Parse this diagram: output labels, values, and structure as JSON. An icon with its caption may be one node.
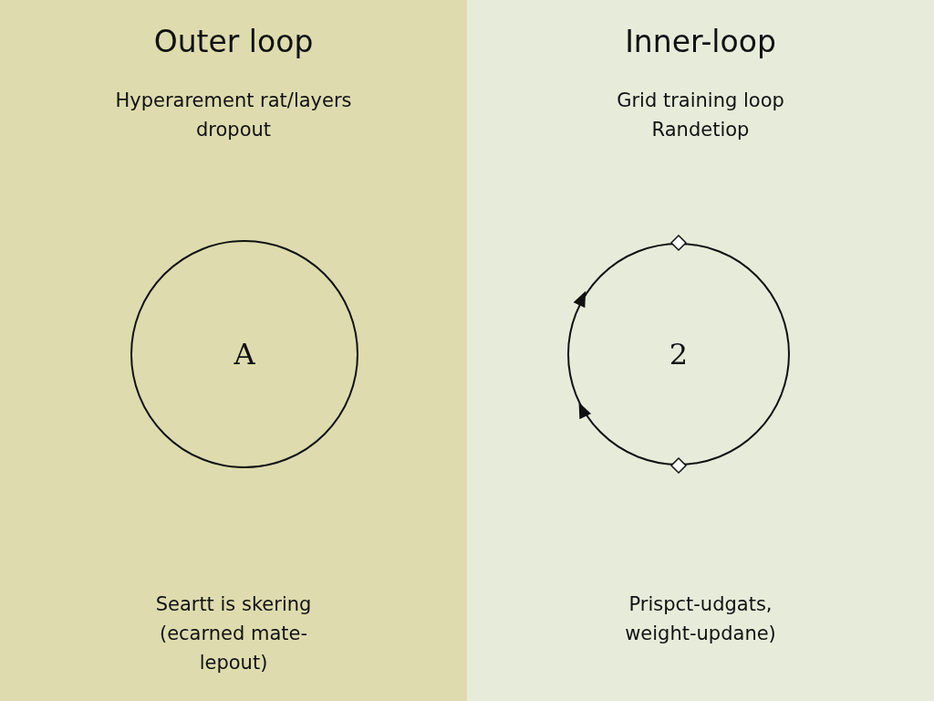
{
  "diagram": {
    "nodes": [
      {
        "text": [
          "Outer loop",
          "Hyperarement rat/layers dropout",
          "Seartt is skering (ecarned mate-lepout)"
        ]
      },
      {
        "text": [
          "A"
        ],
        "in": 0
      },
      {
        "text": [
          "Inner-loop",
          "Grid training loop Randetiop",
          "Prispct-udgats, weight-updane)"
        ]
      },
      {
        "text": [
          "2"
        ],
        "in": 2
      }
    ],
    "edges": []
  }
}
